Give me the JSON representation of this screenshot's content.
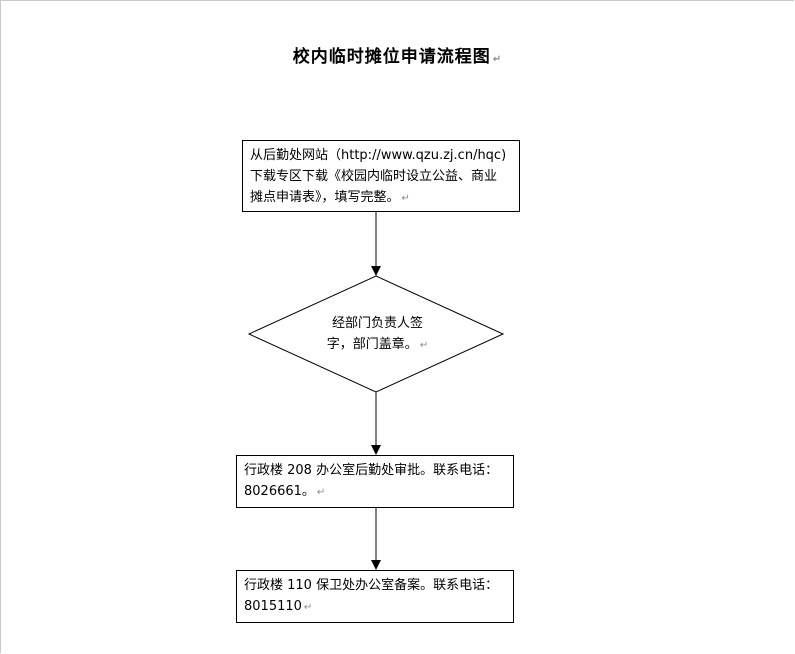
{
  "title": "校内临时摊位申请流程图",
  "paragraph_mark": "↵",
  "steps": [
    {
      "lines": [
        "从后勤处网站（http://www.qzu.zj.cn/hqc)",
        "下载专区下载《校园内临时设立公益、商业",
        "摊点申请表》，填写完整。"
      ]
    },
    {
      "lines": [
        "经部门负责人签",
        "字，部门盖章。"
      ]
    },
    {
      "lines": [
        "行政楼 208 办公室后勤处审批。联系电话：",
        "8026661。"
      ]
    },
    {
      "lines": [
        "行政楼 110 保卫处办公室备案。联系电话：",
        "8015110"
      ]
    }
  ]
}
